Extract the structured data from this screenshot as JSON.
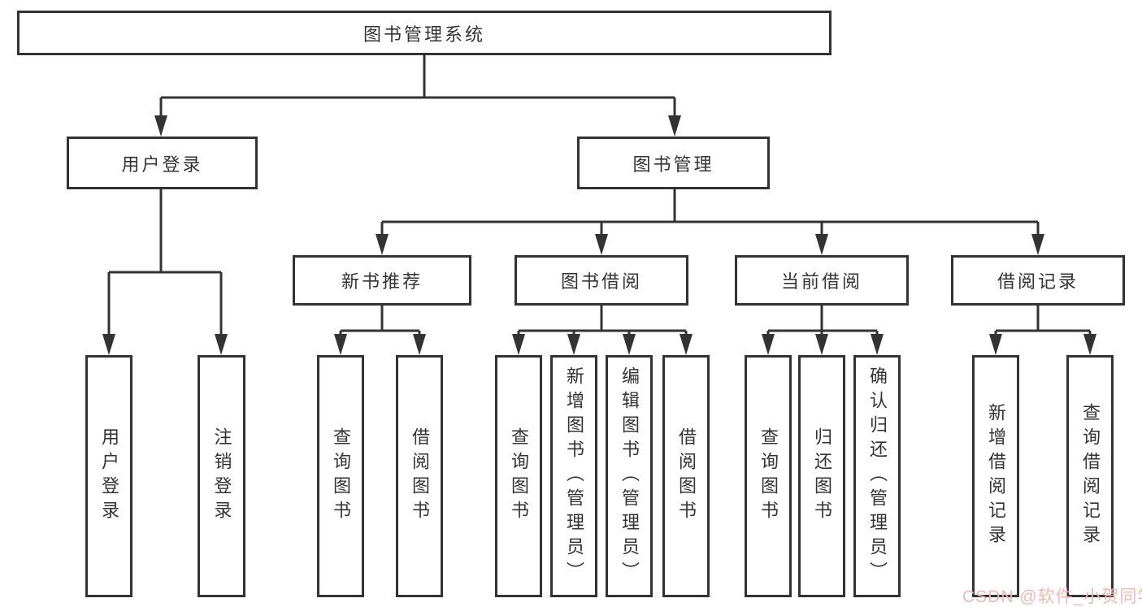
{
  "tree": {
    "label": "图书管理系统",
    "children": [
      {
        "label": "用户登录",
        "children": [
          {
            "label": "用户登录"
          },
          {
            "label": "注销登录"
          }
        ]
      },
      {
        "label": "图书管理",
        "children": [
          {
            "label": "新书推荐",
            "children": [
              {
                "label": "查询图书"
              },
              {
                "label": "借阅图书"
              }
            ]
          },
          {
            "label": "图书借阅",
            "children": [
              {
                "label": "查询图书"
              },
              {
                "label": "新增图书（管理员）"
              },
              {
                "label": "编辑图书（管理员）"
              },
              {
                "label": "借阅图书"
              }
            ]
          },
          {
            "label": "当前借阅",
            "children": [
              {
                "label": "查询图书"
              },
              {
                "label": "归还图书"
              },
              {
                "label": "确认归还（管理员）"
              }
            ]
          },
          {
            "label": "借阅记录",
            "children": [
              {
                "label": "新增借阅记录"
              },
              {
                "label": "查询借阅记录"
              }
            ]
          }
        ]
      }
    ]
  },
  "watermark": {
    "text": "CSDN @软件_小贺同学"
  },
  "colors": {
    "line": "#333333",
    "box_border": "#333333",
    "text": "#333333",
    "watermark": "#f1b7b3",
    "background": "#ffffff"
  }
}
